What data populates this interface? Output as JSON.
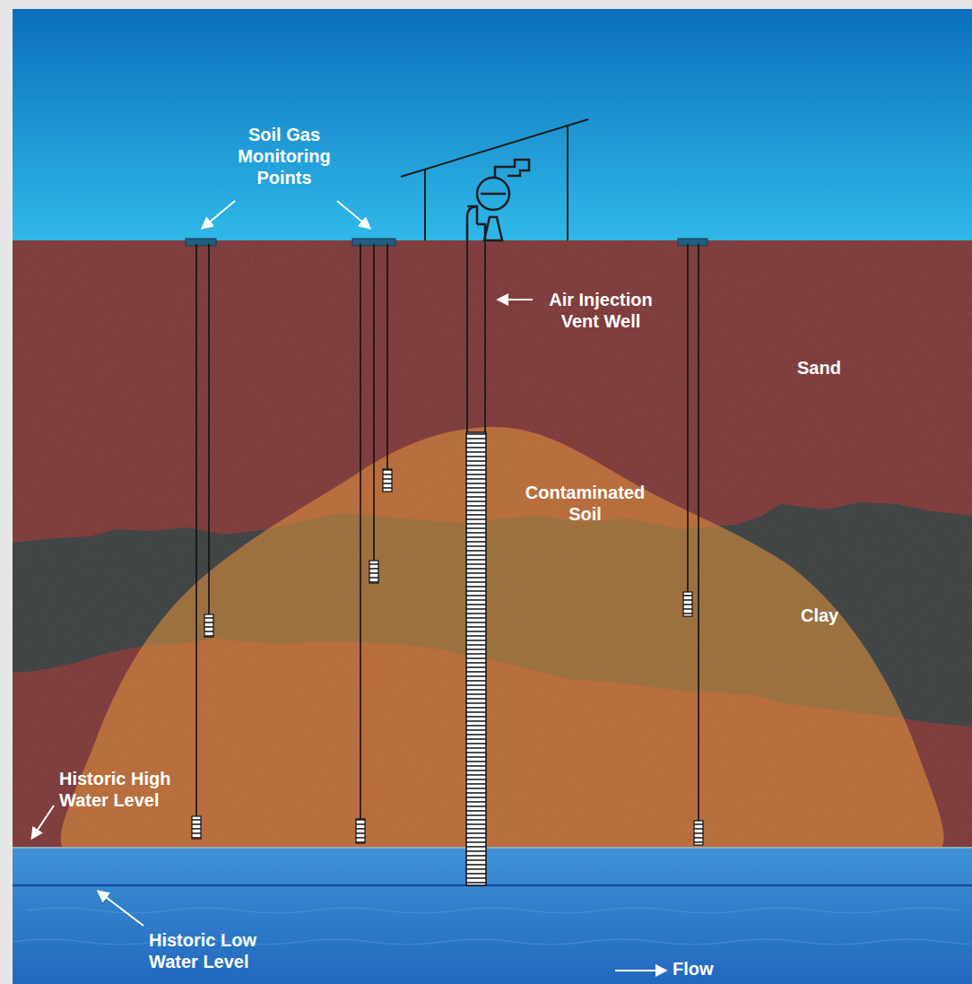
{
  "diagram": {
    "labels": [
      "Soil Gas Monitoring Points",
      "Air Injection Vent Well",
      "Sand",
      "Contaminated Soil",
      "Clay",
      "Historic High Water Level",
      "Historic Low Water Level",
      "Flow"
    ]
  }
}
